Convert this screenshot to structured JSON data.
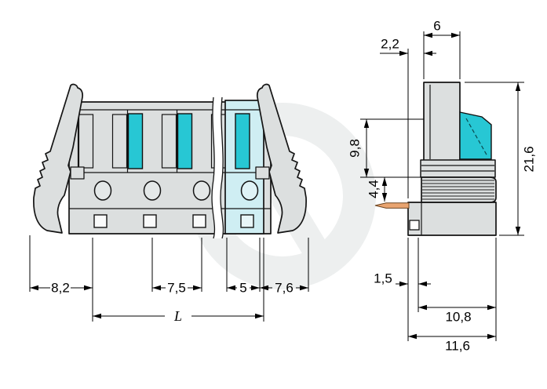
{
  "drawing_title": "terminal-block-dimension-drawing",
  "labels": {
    "front": {
      "dim_8_2": "8,2",
      "dim_7_5": "7,5",
      "dim_5": "5",
      "dim_7_6": "7,6",
      "dim_L": "L"
    },
    "side": {
      "dim_2_2": "2,2",
      "dim_6": "6",
      "dim_9_8": "9,8",
      "dim_4_4": "4,4",
      "dim_21_6": "21,6",
      "dim_1_5": "1,5",
      "dim_10_8": "10,8",
      "dim_11_6": "11,6"
    }
  },
  "colors": {
    "accent": "#27c7d4",
    "highlight": "#cfeef3",
    "pin": "#e9a470",
    "body": "#dcdfdf"
  }
}
